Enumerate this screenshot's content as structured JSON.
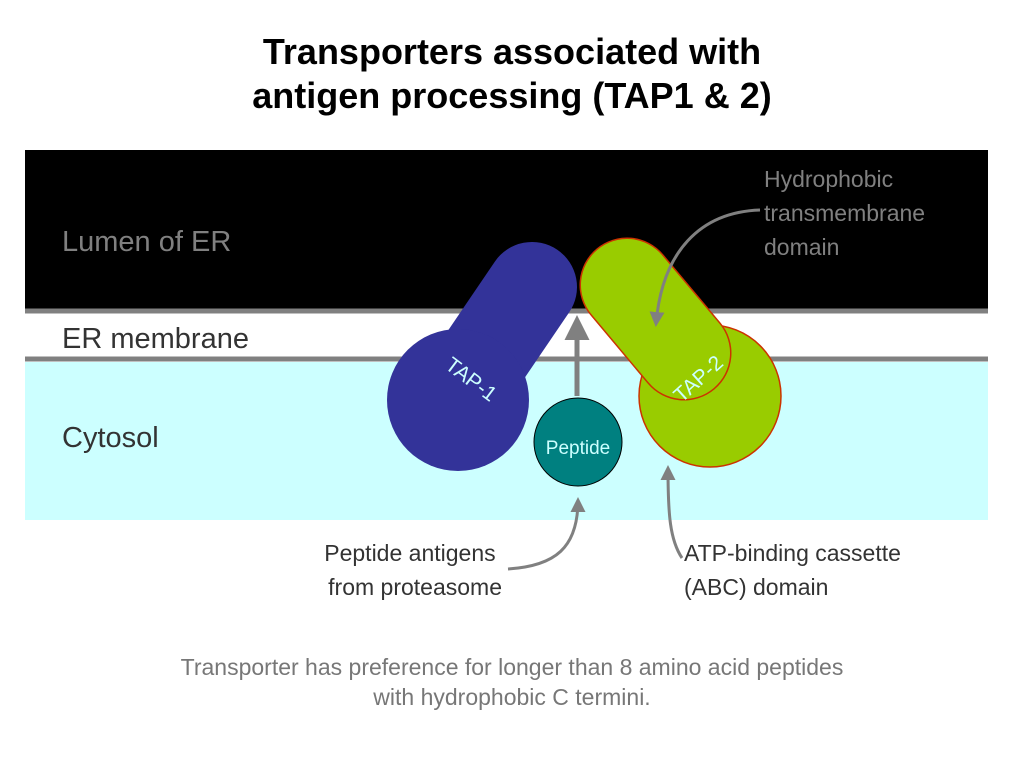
{
  "title": {
    "line1": "Transporters associated with",
    "line2": "antigen processing (TAP1 & 2)"
  },
  "regions": {
    "lumen": "Lumen of ER",
    "membrane": "ER membrane",
    "cytosol": "Cytosol"
  },
  "proteins": {
    "tap1": "TAP-1",
    "tap2": "TAP-2",
    "peptide": "Peptide"
  },
  "annotations": {
    "hydrophobic": [
      "Hydrophobic",
      "transmembrane",
      "domain"
    ],
    "peptide_antigens": [
      "Peptide antigens",
      "from proteasome"
    ],
    "abc": [
      "ATP-binding cassette",
      "(ABC) domain"
    ]
  },
  "caption": {
    "line1": "Transporter has preference for longer than 8 amino acid peptides",
    "line2": "with hydrophobic C termini."
  },
  "colors": {
    "lumen": "#000000",
    "membrane": "#ffffff",
    "cytosol": "#ccffff",
    "tap1": "#333399",
    "tap2": "#99cc00",
    "tap2_outline": "#cc3300",
    "peptide": "#008080",
    "arrow": "#808080",
    "region_text_dark": "#808080",
    "region_text_light": "#333333"
  }
}
